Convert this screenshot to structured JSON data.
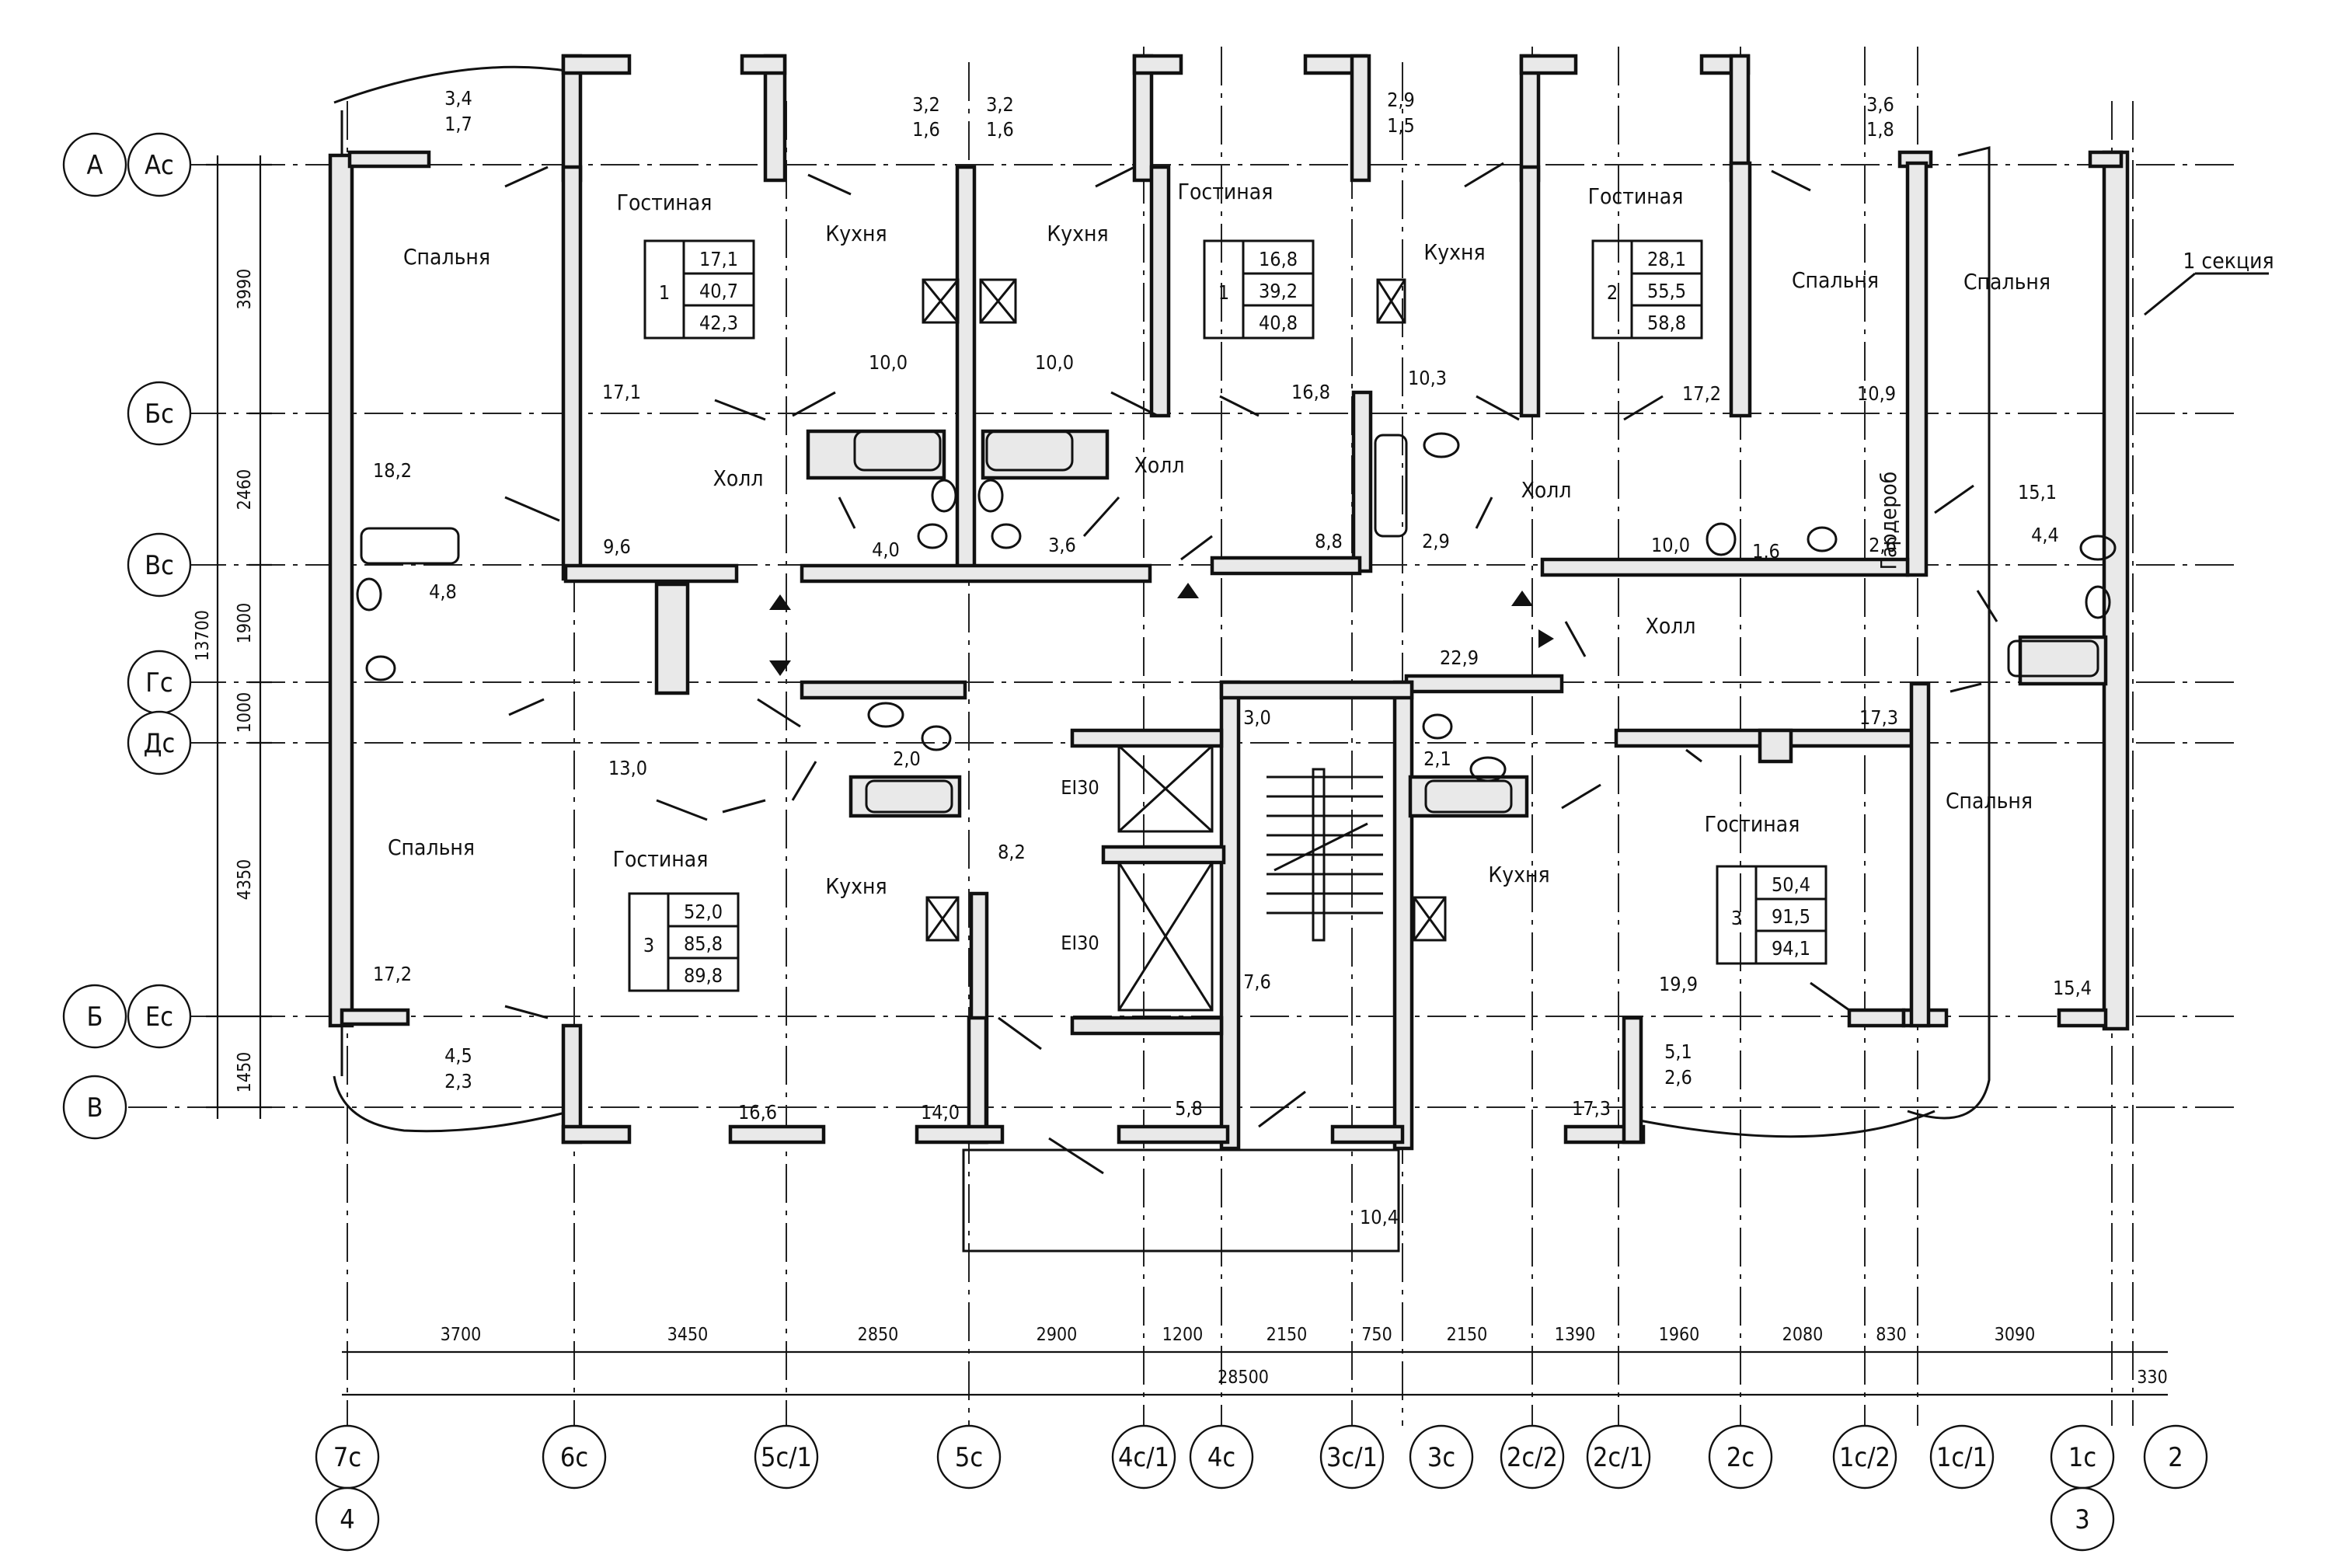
{
  "section_label": "1 секция",
  "bubbles": [
    {
      "label": "А"
    },
    {
      "label": "Ас"
    },
    {
      "label": "Бс"
    },
    {
      "label": "Вс"
    },
    {
      "label": "Гс"
    },
    {
      "label": "Дс"
    },
    {
      "label": "Б"
    },
    {
      "label": "Ес"
    },
    {
      "label": "В"
    },
    {
      "label": "7с"
    },
    {
      "label": "4"
    },
    {
      "label": "6с"
    },
    {
      "label": "5с/1"
    },
    {
      "label": "5с"
    },
    {
      "label": "4с/1"
    },
    {
      "label": "4с"
    },
    {
      "label": "3с/1"
    },
    {
      "label": "3с"
    },
    {
      "label": "2с/2"
    },
    {
      "label": "2с/1"
    },
    {
      "label": "2с"
    },
    {
      "label": "1с/2"
    },
    {
      "label": "1с/1"
    },
    {
      "label": "1с"
    },
    {
      "label": "3"
    },
    {
      "label": "2"
    }
  ],
  "dims_v": [
    "3990",
    "2460",
    "1900",
    "1000",
    "4350",
    "1450",
    "13700"
  ],
  "dims_h": [
    "3700",
    "3450",
    "2850",
    "2900",
    "1200",
    "2150",
    "750",
    "2150",
    "1390",
    "1960",
    "2080",
    "830",
    "3090",
    "28500",
    "330"
  ],
  "rooms": [
    {
      "name": "Спальня"
    },
    {
      "name": "Гостиная"
    },
    {
      "name": "Кухня"
    },
    {
      "name": "Кухня"
    },
    {
      "name": "Гостиная"
    },
    {
      "name": "Кухня"
    },
    {
      "name": "Гостиная"
    },
    {
      "name": "Спальня"
    },
    {
      "name": "Спальня"
    },
    {
      "name": "Холл"
    },
    {
      "name": "Холл"
    },
    {
      "name": "Холл"
    },
    {
      "name": "Гардероб"
    },
    {
      "name": "Холл"
    },
    {
      "name": "Спальня"
    },
    {
      "name": "Гостиная"
    },
    {
      "name": "Кухня"
    },
    {
      "name": "Кухня"
    },
    {
      "name": "Гостиная"
    },
    {
      "name": "Спальня"
    }
  ],
  "apartments": [
    {
      "rooms": "1",
      "v1": "17,1",
      "v2": "40,7",
      "v3": "42,3"
    },
    {
      "rooms": "1",
      "v1": "16,8",
      "v2": "39,2",
      "v3": "40,8"
    },
    {
      "rooms": "2",
      "v1": "28,1",
      "v2": "55,5",
      "v3": "58,8"
    },
    {
      "rooms": "3",
      "v1": "52,0",
      "v2": "85,8",
      "v3": "89,8"
    },
    {
      "rooms": "3",
      "v1": "50,4",
      "v2": "91,5",
      "v3": "94,1"
    }
  ],
  "areas": [
    "3,4",
    "1,7",
    "3,2",
    "1,6",
    "3,2",
    "1,6",
    "2,9",
    "1,5",
    "3,6",
    "1,8",
    "17,1",
    "10,0",
    "10,0",
    "16,8",
    "10,3",
    "17,2",
    "10,9",
    "18,2",
    "4,8",
    "9,6",
    "4,0",
    "3,6",
    "8,8",
    "2,9",
    "10,0",
    "1,6",
    "2,6",
    "15,1",
    "4,4",
    "22,9",
    "17,3",
    "13,0",
    "2,0",
    "3,0",
    "2,1",
    "8,2",
    "7,6",
    "17,2",
    "19,9",
    "15,4",
    "4,5",
    "2,3",
    "16,6",
    "14,0",
    "5,8",
    "17,3",
    "5,1",
    "2,6",
    "10,4"
  ],
  "fire_ratings": [
    "EI30",
    "EI30"
  ]
}
